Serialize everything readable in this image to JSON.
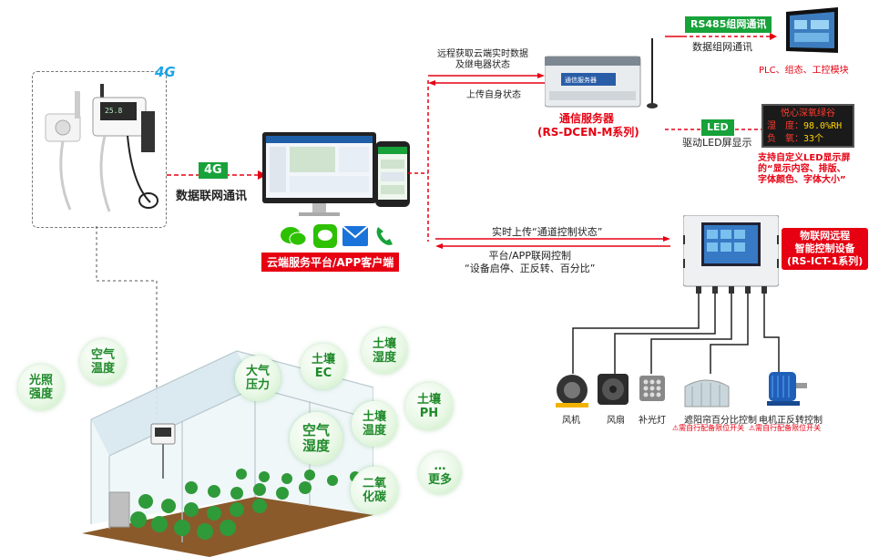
{
  "left": {
    "badge_4g_label": "4G",
    "link_badge": "4G",
    "link_caption": "数据联网通讯"
  },
  "cloud": {
    "platform_label": "云端服务平台/APP客户端"
  },
  "dcen": {
    "arrow_top_text": "远程获取云端实时数据\n及继电器状态",
    "arrow_bottom_text": "上传自身状态",
    "title": "通信服务器",
    "model": "(RS-DCEN-M系列)"
  },
  "rs485": {
    "badge": "RS485组网通讯",
    "caption": "数据组网通讯",
    "target": "PLC、组态、工控模块"
  },
  "led": {
    "badge": "LED",
    "caption": "驱动LED屏显示",
    "screen_line1": "悦心深氧绿谷",
    "screen_line2_label": "湿　度：",
    "screen_line2_value": "98.0%RH",
    "screen_line3_label": "负　氧：",
    "screen_line3_value": "33个",
    "note": "支持自定义LED显示屏\n的“显示内容、排版、\n字体颜色、字体大小”"
  },
  "ict": {
    "arrow_top_text": "实时上传“通道控制状态”",
    "arrow_bottom_text": "平台/APP联网控制\n“设备启停、正反转、百分比”",
    "title": "物联网远程\n智能控制设备\n(RS-ICT-1系列)"
  },
  "devices": [
    {
      "label": "风机"
    },
    {
      "label": "风扇"
    },
    {
      "label": "补光灯"
    },
    {
      "label": "遮阳帘百分比控制",
      "warning": "需自行配备限位开关"
    },
    {
      "label": "电机正反转控制",
      "warning": "需自行配备限位开关"
    }
  ],
  "bubbles": [
    {
      "text": "光照\n强度"
    },
    {
      "text": "空气\n温度"
    },
    {
      "text": "大气\n压力"
    },
    {
      "text": "土壤\nEC"
    },
    {
      "text": "土壤\n湿度"
    },
    {
      "text": "空气\n湿度"
    },
    {
      "text": "土壤\n温度"
    },
    {
      "text": "土壤\nPH"
    },
    {
      "text": "二氧\n化碳"
    },
    {
      "text": "…\n更多"
    }
  ],
  "colors": {
    "red": "#e60012",
    "green": "#17a23a",
    "bubble_text": "#1f8a2a"
  }
}
